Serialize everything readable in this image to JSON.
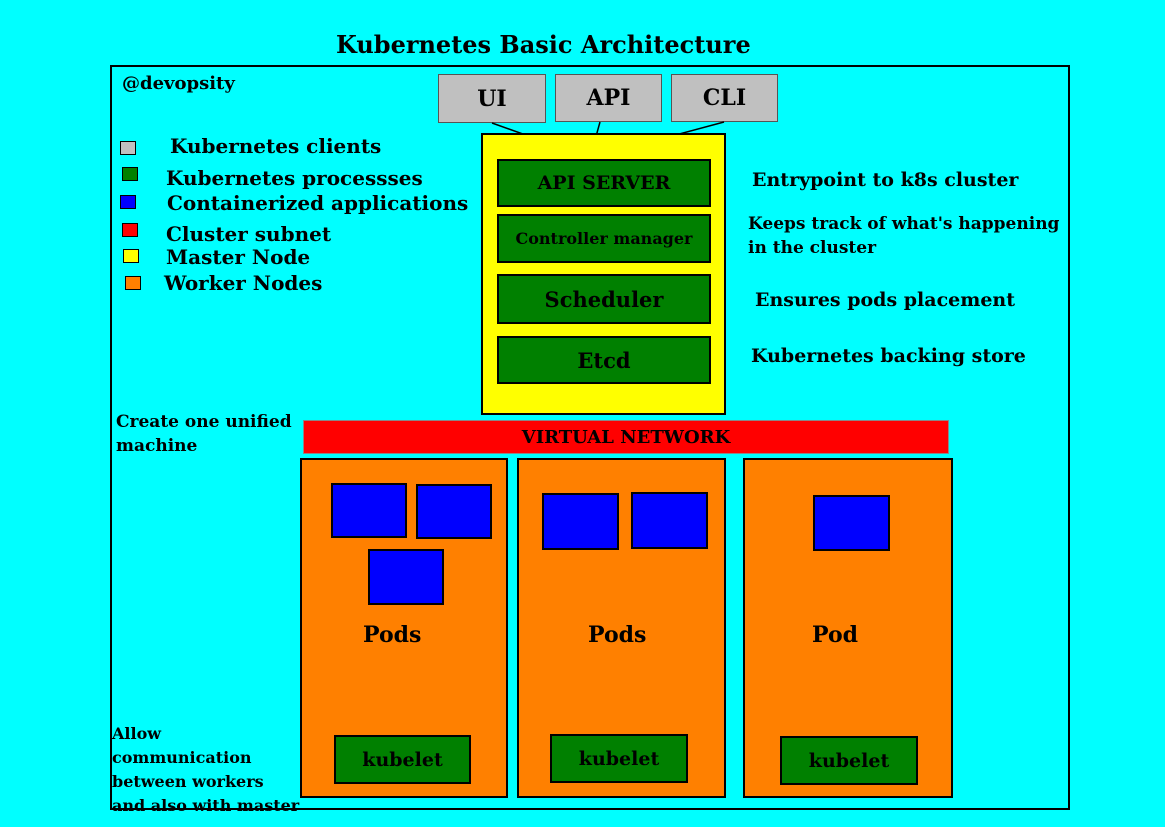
{
  "title": "Kubernetes Basic Architecture",
  "watermark": "@devopsity",
  "colors": {
    "background": "#00ffff",
    "clients": "#c0c0c0",
    "processes": "#008000",
    "containers": "#0000ff",
    "subnet": "#ff0000",
    "master": "#ffff00",
    "workers": "#ff8000"
  },
  "legend": [
    {
      "label": "Kubernetes clients"
    },
    {
      "label": "Kubernetes processses"
    },
    {
      "label": "Containerized applications"
    },
    {
      "label": "Cluster subnet"
    },
    {
      "label": "Master Node"
    },
    {
      "label": "Worker Nodes"
    }
  ],
  "clients": [
    "UI",
    "API",
    "CLI"
  ],
  "master": {
    "processes": [
      "API SERVER",
      "Controller manager",
      "Scheduler",
      "Etcd"
    ],
    "descriptions": [
      "Entrypoint to k8s cluster",
      "Keeps track of what's happening in the cluster",
      "Ensures pods placement",
      "Kubernetes backing store"
    ]
  },
  "network": {
    "label": "VIRTUAL NETWORK",
    "note": "Create one unified machine"
  },
  "workers": [
    {
      "label": "Pods",
      "kubelet": "kubelet",
      "containers": 3
    },
    {
      "label": "Pods",
      "kubelet": "kubelet",
      "containers": 2
    },
    {
      "label": "Pod",
      "kubelet": "kubelet",
      "containers": 1
    }
  ],
  "kubelet_note": "Allow communication between workers and also with master"
}
